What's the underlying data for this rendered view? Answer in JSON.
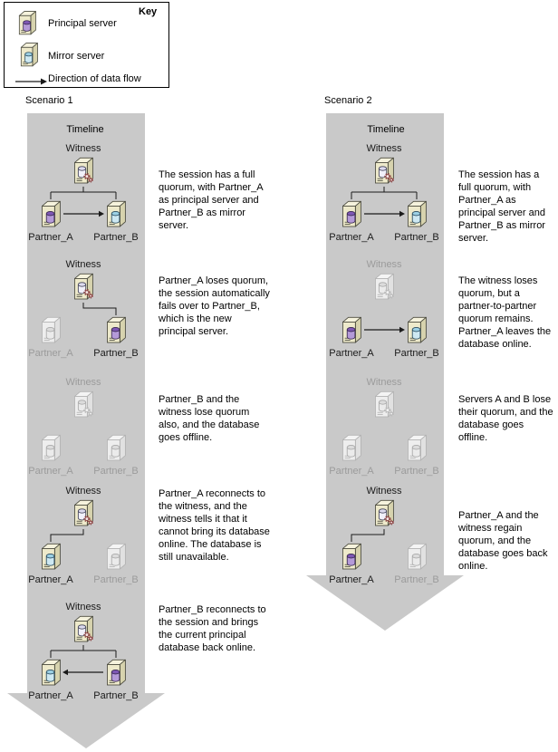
{
  "key": {
    "title": "Key",
    "items": [
      {
        "icon": "principal-server-icon",
        "label": "Principal server"
      },
      {
        "icon": "mirror-server-icon",
        "label": "Mirror server"
      },
      {
        "icon": "data-flow-arrow-icon",
        "label": "Direction of data flow"
      }
    ]
  },
  "colors": {
    "timeline_arrow": "#c9c9c9",
    "server_body": "#eeeacb",
    "principal_badge": "#7e57b4",
    "mirror_badge": "#9cd0e4",
    "inactive_gray": "#9b9b9b"
  },
  "scenarios": [
    {
      "title": "Scenario 1",
      "timeline_label": "Timeline",
      "stages": [
        {
          "witness_label": "Witness",
          "partner_a_label": "Partner_A",
          "partner_b_label": "Partner_B",
          "witness_state": "active",
          "partner_a_state": "active",
          "partner_b_state": "active",
          "partner_a_role": "principal",
          "partner_b_role": "mirror",
          "witness_links": "both",
          "data_flow": "a-to-b",
          "caption": "The session has a full quorum, with Partner_A as principal server and Partner_B as mirror server."
        },
        {
          "witness_label": "Witness",
          "partner_a_label": "Partner_A",
          "partner_b_label": "Partner_B",
          "witness_state": "active",
          "partner_a_state": "inactive",
          "partner_b_state": "active",
          "partner_a_role": "principal",
          "partner_b_role": "principal",
          "witness_links": "b",
          "data_flow": "none",
          "caption": "Partner_A loses quorum, the session automatically fails over to Partner_B, which is the new principal server."
        },
        {
          "witness_label": "Witness",
          "partner_a_label": "Partner_A",
          "partner_b_label": "Partner_B",
          "witness_state": "inactive",
          "partner_a_state": "inactive",
          "partner_b_state": "inactive",
          "partner_a_role": "principal",
          "partner_b_role": "mirror",
          "witness_links": "none",
          "data_flow": "none",
          "caption": "Partner_B and the witness lose quorum also, and the database goes offline."
        },
        {
          "witness_label": "Witness",
          "partner_a_label": "Partner_A",
          "partner_b_label": "Partner_B",
          "witness_state": "active",
          "partner_a_state": "active",
          "partner_b_state": "inactive",
          "partner_a_role": "mirror",
          "partner_b_role": "principal",
          "witness_links": "a",
          "data_flow": "none",
          "caption": "Partner_A reconnects to the witness, and the witness tells it that it cannot bring its database online. The database is still unavailable."
        },
        {
          "witness_label": "Witness",
          "partner_a_label": "Partner_A",
          "partner_b_label": "Partner_B",
          "witness_state": "active",
          "partner_a_state": "active",
          "partner_b_state": "active",
          "partner_a_role": "mirror",
          "partner_b_role": "principal",
          "witness_links": "both",
          "data_flow": "b-to-a",
          "caption": "Partner_B reconnects to the session and brings the current principal database back online."
        }
      ]
    },
    {
      "title": "Scenario 2",
      "timeline_label": "Timeline",
      "stages": [
        {
          "witness_label": "Witness",
          "partner_a_label": "Partner_A",
          "partner_b_label": "Partner_B",
          "witness_state": "active",
          "partner_a_state": "active",
          "partner_b_state": "active",
          "partner_a_role": "principal",
          "partner_b_role": "mirror",
          "witness_links": "both",
          "data_flow": "a-to-b",
          "caption": "The session has a full quorum, with Partner_A as principal server and Partner_B as mirror server."
        },
        {
          "witness_label": "Witness",
          "partner_a_label": "Partner_A",
          "partner_b_label": "Partner_B",
          "witness_state": "inactive",
          "partner_a_state": "active",
          "partner_b_state": "active",
          "partner_a_role": "principal",
          "partner_b_role": "mirror",
          "witness_links": "none",
          "data_flow": "a-to-b",
          "caption": "The witness loses quorum, but a partner-to-partner quorum remains. Partner_A leaves the database online."
        },
        {
          "witness_label": "Witness",
          "partner_a_label": "Partner_A",
          "partner_b_label": "Partner_B",
          "witness_state": "inactive",
          "partner_a_state": "inactive",
          "partner_b_state": "inactive",
          "partner_a_role": "principal",
          "partner_b_role": "mirror",
          "witness_links": "none",
          "data_flow": "none",
          "caption": "Servers A and B lose their quorum, and the database goes offline."
        },
        {
          "witness_label": "Witness",
          "partner_a_label": "Partner_A",
          "partner_b_label": "Partner_B",
          "witness_state": "active",
          "partner_a_state": "active",
          "partner_b_state": "inactive",
          "partner_a_role": "principal",
          "partner_b_role": "mirror",
          "witness_links": "a",
          "data_flow": "none",
          "caption": "Partner_A and the witness regain quorum, and the database goes back online."
        }
      ]
    }
  ]
}
